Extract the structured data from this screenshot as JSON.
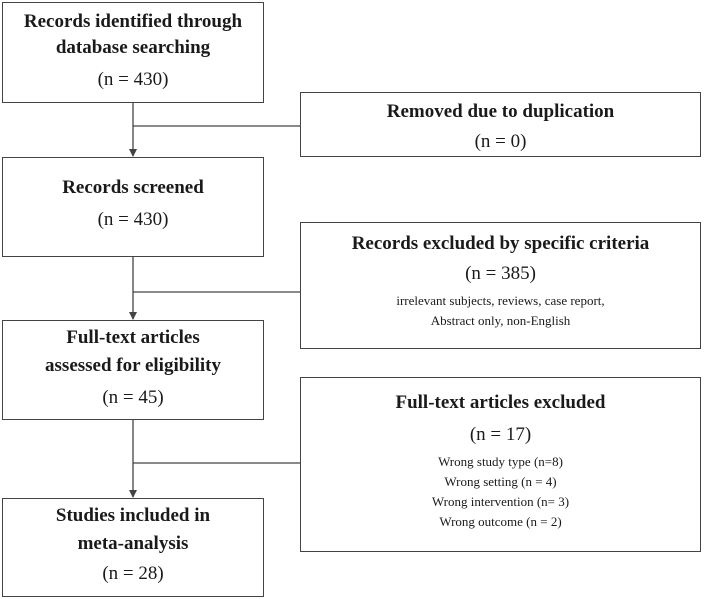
{
  "records_identified": {
    "title": [
      "Records identified through",
      "database searching"
    ],
    "count": "(n = 430)"
  },
  "removed_duplication": {
    "title": "Removed due to duplication",
    "count": "(n = 0)"
  },
  "records_screened": {
    "title": "Records screened",
    "count": "(n = 430)"
  },
  "records_excluded": {
    "title": "Records excluded by specific criteria",
    "count": "(n = 385)",
    "details": [
      "irrelevant subjects, reviews, case report,",
      "Abstract only, non-English"
    ]
  },
  "fulltext_assessed": {
    "title": [
      "Full-text articles",
      "assessed for eligibility"
    ],
    "count": "(n = 45)"
  },
  "fulltext_excluded": {
    "title": "Full-text articles excluded",
    "count": "(n = 17)",
    "details": [
      "Wrong study type (n=8)",
      "Wrong setting (n = 4)",
      "Wrong intervention (n= 3)",
      "Wrong outcome (n = 2)"
    ]
  },
  "studies_included": {
    "title": [
      "Studies included in",
      "meta-analysis"
    ],
    "count": "(n = 28)"
  }
}
